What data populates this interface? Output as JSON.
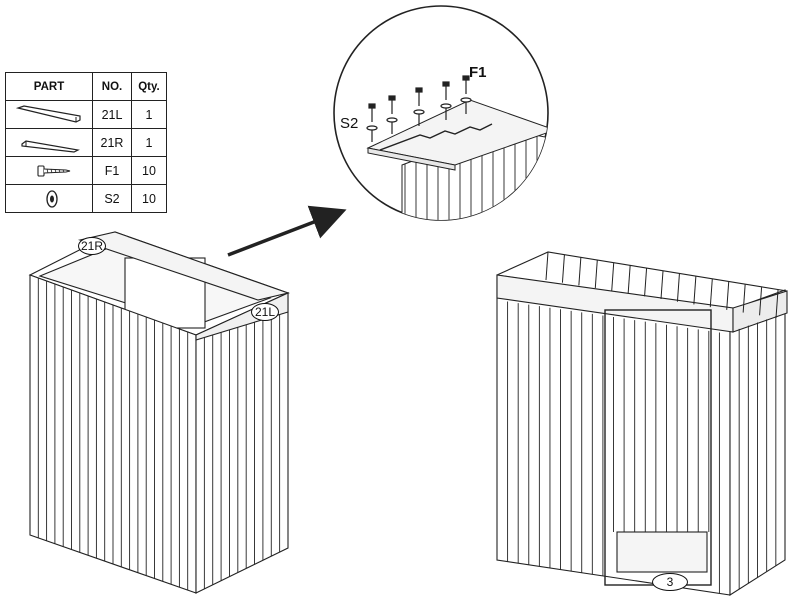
{
  "parts_table": {
    "headers": [
      "PART",
      "NO.",
      "Qty."
    ],
    "rows": [
      {
        "icon": "panel-21l-icon",
        "no": "21L",
        "qty": "1"
      },
      {
        "icon": "panel-21r-icon",
        "no": "21R",
        "qty": "1"
      },
      {
        "icon": "screw-icon",
        "no": "F1",
        "qty": "10"
      },
      {
        "icon": "washer-icon",
        "no": "S2",
        "qty": "10"
      }
    ]
  },
  "zoom_labels": {
    "screw": "F1",
    "washer": "S2"
  },
  "callouts": {
    "left_top": "21R",
    "left_right": "21L",
    "right_bottom": "3"
  }
}
